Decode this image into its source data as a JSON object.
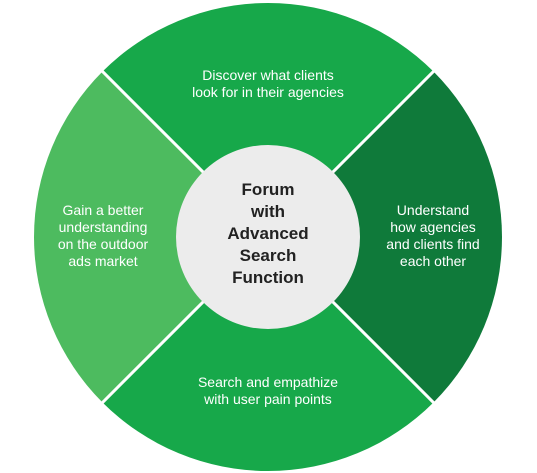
{
  "diagram": {
    "center": {
      "title": "Forum\nwith\nAdvanced\nSearch\nFunction"
    },
    "segments": [
      {
        "id": "top",
        "text": "Discover what clients\nlook for in their agencies",
        "color": "#17a84a"
      },
      {
        "id": "right",
        "text": "Understand\nhow agencies\nand clients find\neach other",
        "color": "#0f7a3a"
      },
      {
        "id": "bottom",
        "text": "Search and empathize\nwith user pain points",
        "color": "#17a84a"
      },
      {
        "id": "left",
        "text": "Gain a better\nunderstanding\non the outdoor\nads market",
        "color": "#4dbb5f"
      }
    ],
    "colors": {
      "center_fill": "#ececec",
      "divider": "#ffffff"
    }
  }
}
